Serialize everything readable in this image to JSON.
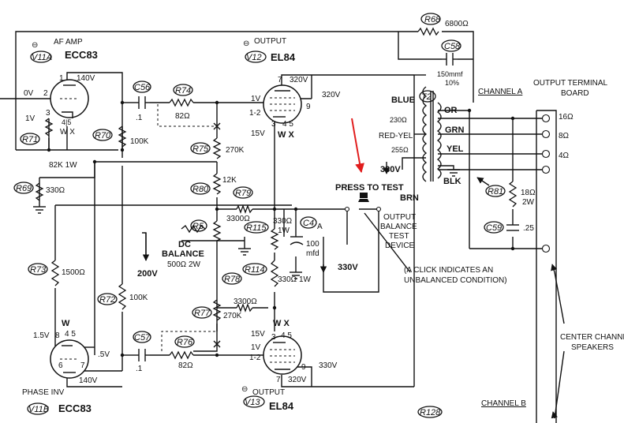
{
  "colors": {
    "ink": "#111111",
    "paper": "#ffffff",
    "annotation_arrow": "#e11d1d"
  },
  "tubes": {
    "v11a": {
      "symbol": "⊖",
      "ref": "V11A",
      "type": "ECC83",
      "function": "AF AMP"
    },
    "v12": {
      "symbol": "⊖",
      "ref": "V12",
      "type": "EL84",
      "function": "OUTPUT"
    },
    "v11b": {
      "ref": "V11B",
      "type": "ECC83",
      "function": "PHASE INV"
    },
    "v13": {
      "symbol": "⊖",
      "ref": "V13",
      "type": "EL84",
      "function": "OUTPUT"
    }
  },
  "pins": {
    "v11a": {
      "p1": "1",
      "p2": "2",
      "p3": "3",
      "p45": "4|5",
      "wx": "W X"
    },
    "v12": {
      "p7": "7",
      "p9": "9",
      "p12": "1-2",
      "p3": "3",
      "p45": "4 5",
      "wx": "W X"
    },
    "v11b": {
      "p8": "8",
      "p45": "4 5",
      "w": "W",
      "p6": "6",
      "p7": "7"
    },
    "v13": {
      "wx": "W X",
      "p45": "4 5",
      "p3": "3",
      "p12": "1-2",
      "p7": "7",
      "p9": "9"
    }
  },
  "voltages": {
    "v11a_plate": "140V",
    "v11a_grid": "0V",
    "v11a_cathode": "1V",
    "v12_plate": "320V",
    "v12_screen": "320V",
    "v12_grid": "1V",
    "v12_cathode": "15V",
    "b_plus": "200V",
    "c4_node": "330V",
    "t2_tap": "330V",
    "v11b_grid": "1.5V",
    "v11b_cathode": ".5V",
    "v11b_plate": "140V",
    "v13_cathode": "15V",
    "v13_grid": "1V",
    "v13_plate": "320V",
    "v13_screen": "330V"
  },
  "resistors": {
    "r68": {
      "ref": "R68",
      "value": "6800Ω"
    },
    "r74": {
      "ref": "R74",
      "value": "82Ω"
    },
    "r70": {
      "ref": "R70",
      "value": "100K"
    },
    "r71": {
      "ref": "R71",
      "value": "82K  1W"
    },
    "r69": {
      "ref": "R69",
      "value": "330Ω"
    },
    "r75": {
      "ref": "R75",
      "value": "270K"
    },
    "r80": {
      "ref": "R80",
      "value": "12K"
    },
    "r79": {
      "ref": "R79",
      "value": "3300Ω"
    },
    "r5": {
      "ref": "R5"
    },
    "r115": {
      "ref": "R115",
      "value": "330Ω",
      "value2": "1W"
    },
    "r114": {
      "ref": "R114",
      "value": "330Ω  1W"
    },
    "r78": {
      "ref": "R78",
      "value": "3300Ω"
    },
    "r73": {
      "ref": "R73",
      "value": "1500Ω"
    },
    "r72": {
      "ref": "R72",
      "value": "100K"
    },
    "r77": {
      "ref": "R77",
      "value": "270K"
    },
    "r76": {
      "ref": "R76",
      "value": "82Ω"
    },
    "r81": {
      "ref": "R81",
      "value": "18Ω",
      "value2": "2W"
    },
    "r128": {
      "ref": "R128"
    }
  },
  "capacitors": {
    "c56": {
      "ref": "C56",
      "value": ".1"
    },
    "c57": {
      "ref": "C57",
      "value": ".1"
    },
    "c58": {
      "ref": "C58",
      "value": "150mmf",
      "value2": "10%"
    },
    "c4": {
      "ref": "C4",
      "tag": "A",
      "value": "100",
      "unit": "mfd"
    },
    "c59": {
      "ref": "C59",
      "value": ".25"
    }
  },
  "dc_balance": {
    "title1": "DC",
    "title2": "BALANCE",
    "value": "500Ω  2W"
  },
  "transformer": {
    "ref": "T2",
    "leads": {
      "blue": "BLUE",
      "red_yel": "RED-YEL",
      "brn": "BRN",
      "or": "OR",
      "grn": "GRN",
      "yel": "YEL",
      "blk": "BLK"
    },
    "taps": {
      "t230": "230Ω",
      "t255": "255Ω"
    }
  },
  "impedances": {
    "z16": "16Ω",
    "z8": "8Ω",
    "z4": "4Ω"
  },
  "channels": {
    "a": "CHANNEL A",
    "b": "CHANNEL B"
  },
  "output_board": {
    "line1": "OUTPUT TERMINAL",
    "line2": "BOARD"
  },
  "test_device": {
    "press": "PRESS TO TEST",
    "label1": "OUTPUT",
    "label2": "BALANCE",
    "label3": "TEST",
    "label4": "DEVICE",
    "note1": "(A CLICK INDICATES AN",
    "note2": "UNBALANCED CONDITION)"
  },
  "center_speakers": {
    "line1": "CENTER CHANNEL",
    "line2": "SPEAKERS"
  }
}
